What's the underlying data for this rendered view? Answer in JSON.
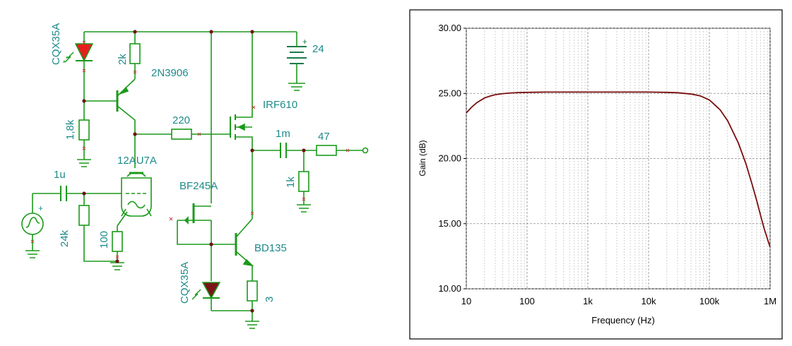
{
  "schematic": {
    "led_top": "CQX35A",
    "r_2k": "2k",
    "q_pnp": "2N3906",
    "r_1k8": "1,8k",
    "r_220": "220",
    "mosfet": "IRF610",
    "battery": "24",
    "tube": "12AU7A",
    "c_1u": "1u",
    "c_1m": "1m",
    "r_47": "47",
    "r_24k": "24k",
    "r_100": "100",
    "jfet": "BF245A",
    "r_1k": "1k",
    "q_npn": "BD135",
    "led_bottom": "CQX35A",
    "r_3": "3",
    "plus": "+"
  },
  "colors": {
    "wire": "#1b9a1b",
    "label": "#1f8a8a",
    "node": "#6e1414",
    "led_top": "#e61e1e",
    "led_bottom": "#7a1616",
    "curve": "#7a0d0d",
    "grid": "#bdbdbd"
  },
  "chart_data": {
    "type": "line",
    "title": "",
    "xlabel": "Frequency (Hz)",
    "ylabel": "Gain (dB)",
    "xscale": "log",
    "xlim": [
      10,
      1000000
    ],
    "ylim": [
      10,
      30
    ],
    "xticks": [
      10,
      100,
      1000,
      10000,
      100000,
      1000000
    ],
    "xtick_labels": [
      "10",
      "100",
      "1k",
      "10k",
      "100k",
      "1M"
    ],
    "yticks": [
      10,
      15,
      20,
      25,
      30
    ],
    "ytick_labels": [
      "10.00",
      "15.00",
      "20.00",
      "25.00",
      "30.00"
    ],
    "grid": true,
    "series": [
      {
        "x": [
          10,
          12,
          15,
          20,
          25,
          30,
          40,
          50,
          70,
          100,
          200,
          500,
          1000,
          2000,
          5000,
          10000,
          20000,
          30000,
          50000,
          70000,
          100000,
          150000,
          200000,
          300000,
          400000,
          500000,
          600000,
          700000,
          800000,
          1000000
        ],
        "y": [
          23.5,
          23.9,
          24.3,
          24.65,
          24.8,
          24.9,
          24.98,
          25.02,
          25.06,
          25.08,
          25.1,
          25.1,
          25.1,
          25.1,
          25.1,
          25.1,
          25.08,
          25.05,
          24.95,
          24.82,
          24.5,
          23.75,
          22.9,
          21.2,
          19.6,
          18.1,
          16.8,
          15.6,
          14.6,
          13.2
        ]
      }
    ]
  }
}
